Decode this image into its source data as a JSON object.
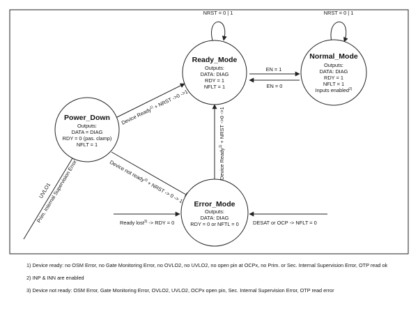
{
  "states": {
    "power_down": {
      "title": "Power_Down",
      "lines": [
        "Outputs:",
        "DATA = DIAG",
        "RDY = 0 (pas. clamp)",
        "NFLT = 1"
      ]
    },
    "ready_mode": {
      "title": "Ready_Mode",
      "lines": [
        "Outputs:",
        "DATA: DIAG",
        "RDY = 1",
        "NFLT = 1"
      ]
    },
    "normal_mode": {
      "title": "Normal_Mode",
      "lines": [
        "Outputs:",
        "DATA: DIAG",
        "RDY = 1",
        "NFLT = 1",
        "Inputs enabled",
        "2)"
      ]
    },
    "error_mode": {
      "title": "Error_Mode",
      "lines": [
        "Outputs:",
        "DATA: DIAG",
        "RDY = 0 or NFTL = 0"
      ]
    }
  },
  "transitions": {
    "ready_self": "NRST = 0 | 1",
    "normal_self": "NRST = 0 | 1",
    "ready_to_normal": "EN = 1",
    "normal_to_ready": "EN = 0",
    "power_to_ready": {
      "text": "Device Ready",
      "sup": "1)",
      "rest": " + NRST ->0 ->1"
    },
    "power_to_error": {
      "text": "Device not ready",
      "sup": "3)",
      "rest": " + NRST -> 0 -> 1"
    },
    "error_to_ready": {
      "text": "Device Ready",
      "sup": "1)",
      "rest": " + NRST ->0 ->1"
    },
    "uvlo_in": {
      "line1": "UVLO1",
      "line2": "Prim. Internal Supervision Error"
    },
    "ready_lost": {
      "text": "Ready lost",
      "sup": "3)",
      "rest": " -> RDY = 0"
    },
    "desat_ocp": "DESAT or OCP -> NFLT = 0"
  },
  "footnotes": [
    "1) Device ready: no OSM Error, no Gate Monitoring Error, no OVLO2, no UVLO2, no open pin at OCPx, no Prim. or Sec. Internal Supervision Error, OTP read ok",
    "2) INP & INN are enabled",
    "3) Device not ready: OSM Error, Gate Monitoring Error, OVLO2, UVLO2, OCPx open pin, Sec. Internal Supervision Error, OTP read error"
  ]
}
